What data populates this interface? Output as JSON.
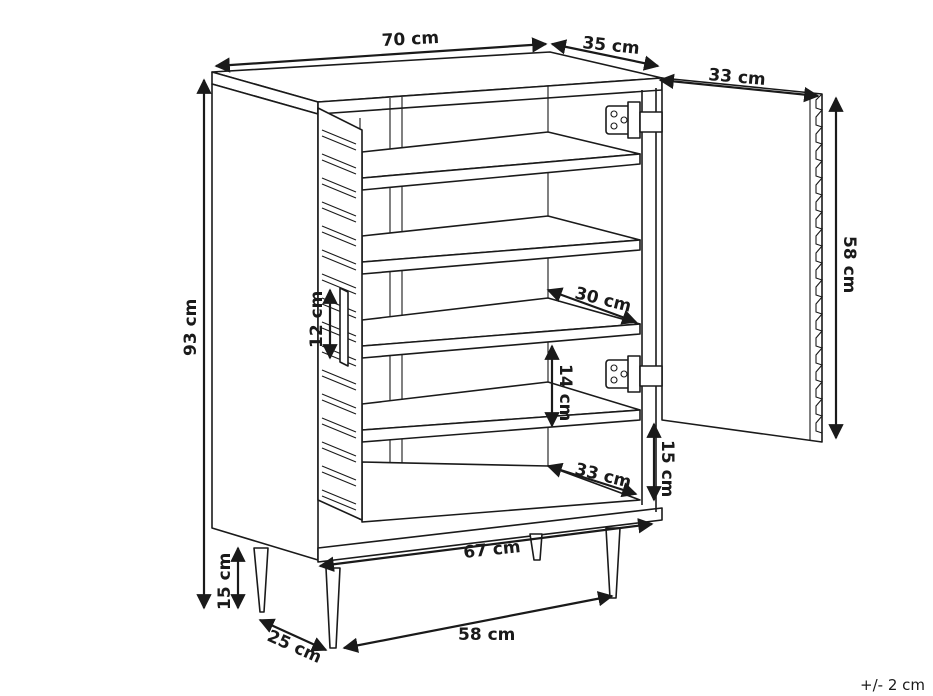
{
  "dimensions": {
    "top_width": "70 cm",
    "top_depth": "35 cm",
    "door_width": "33 cm",
    "door_height": "58 cm",
    "total_height": "93 cm",
    "handle_length": "12 cm",
    "shelf_depth": "30 cm",
    "shelf_spacing": "14 cm",
    "bottom_shelf_depth": "33 cm",
    "bottom_clearance": "15 cm",
    "inner_width": "67 cm",
    "leg_height": "15 cm",
    "leg_depth": "25 cm",
    "leg_width": "58 cm"
  },
  "tolerance": "+/- 2 cm"
}
